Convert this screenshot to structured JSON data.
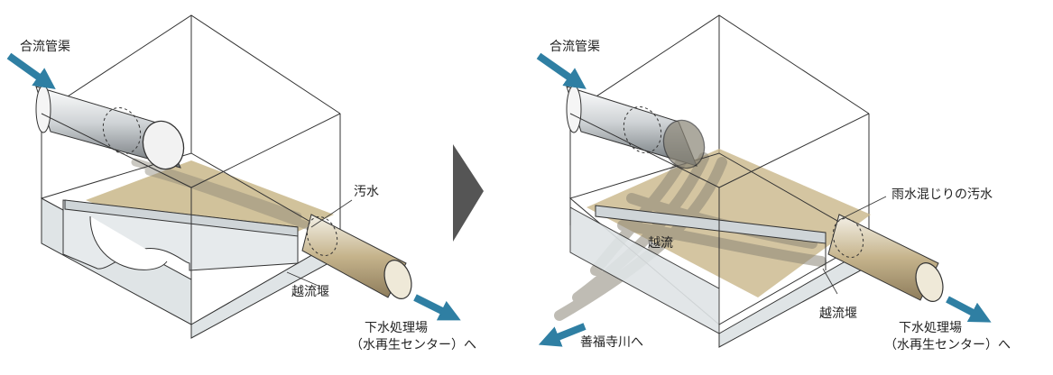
{
  "colors": {
    "flow_arrow": "#2f7fa3",
    "sewage": "#c9b78a",
    "stormwater_mix": "#8a8576",
    "chamber_wall": "#dfe4e6",
    "outline": "#333333",
    "transition_arrow": "#555555"
  },
  "icons": {
    "flow_arrow": "arrow-icon",
    "transition": "triangle-right-icon"
  },
  "left_panel": {
    "inflow_label": "合流管渠",
    "sewage_label": "汚水",
    "weir_label": "越流堰",
    "outflow_label_line1": "下水処理場",
    "outflow_label_line2": "（水再生センター）へ"
  },
  "right_panel": {
    "inflow_label": "合流管渠",
    "mixed_label": "雨水混じりの汚水",
    "overflow_label": "越流",
    "weir_label": "越流堰",
    "river_label": "善福寺川へ",
    "outflow_label_line1": "下水処理場",
    "outflow_label_line2": "（水再生センター）へ"
  }
}
